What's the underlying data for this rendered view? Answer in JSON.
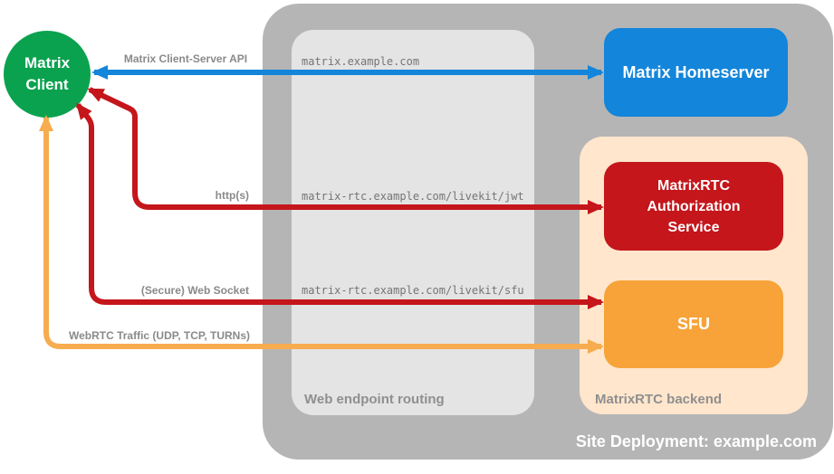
{
  "client": {
    "label": "Matrix Client",
    "color": "#0BA24F"
  },
  "deployment": {
    "label": "Site Deployment: example.com",
    "bg": "#B5B5B5"
  },
  "routing": {
    "caption": "Web endpoint routing",
    "bg": "#E4E4E4",
    "endpoints": [
      "matrix.example.com",
      "matrix-rtc.example.com/livekit/jwt",
      "matrix-rtc.example.com/livekit/sfu"
    ]
  },
  "backend": {
    "caption": "MatrixRTC backend",
    "bg": "#FFE6CC"
  },
  "nodes": {
    "homeserver": {
      "label": "Matrix Homeserver",
      "bg": "#1385DA"
    },
    "auth_service": {
      "label": "MatrixRTC Authorization Service",
      "bg": "#C4161B"
    },
    "sfu": {
      "label": "SFU",
      "bg": "#F7A339"
    }
  },
  "connections": [
    {
      "label": "Matrix Client-Server API",
      "color": "#1385DA"
    },
    {
      "label": "http(s)",
      "color": "#C4161B"
    },
    {
      "label": "(Secure) Web Socket",
      "color": "#C4161B"
    },
    {
      "label": "WebRTC Traffic (UDP, TCP, TURNs)",
      "color": "#F7AC4F"
    }
  ]
}
